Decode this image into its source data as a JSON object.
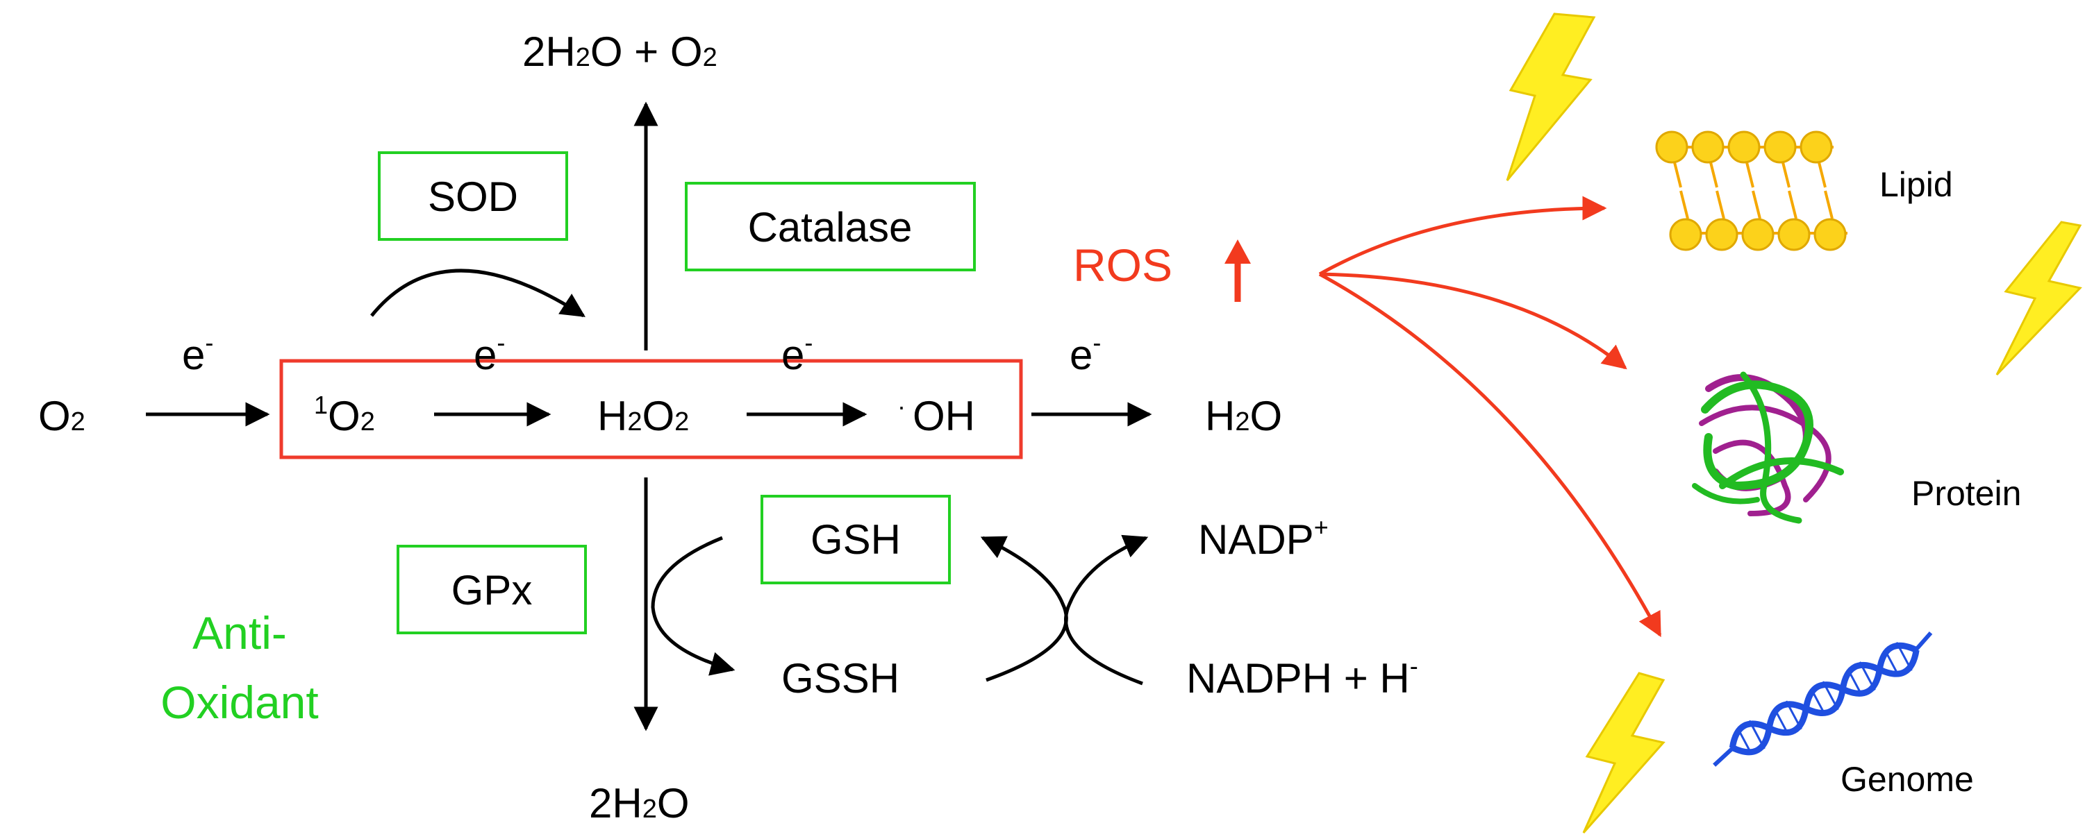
{
  "nodes": {
    "o2": {
      "main": "O",
      "sub": "2"
    },
    "singlet": {
      "sup": "1",
      "main": "O",
      "sub": "2"
    },
    "h2o2": {
      "a": "H",
      "b": "2",
      "c": "O",
      "d": "2"
    },
    "oh": {
      "dot": "·",
      "main": "OH"
    },
    "h2o": {
      "a": "H",
      "b": "2",
      "c": "O"
    },
    "top_product": {
      "a": "2H",
      "b": "2",
      "c": "O + O",
      "d": "2"
    },
    "bottom_product": {
      "a": "2H",
      "b": "2",
      "c": "O"
    },
    "gssh": "GSSH",
    "nadp": {
      "main": "NADP",
      "sup": "+"
    },
    "nadph": {
      "main": "NADPH + H",
      "sup": "-"
    }
  },
  "electrons": [
    {
      "main": "e",
      "sup": "-"
    },
    {
      "main": "e",
      "sup": "-"
    },
    {
      "main": "e",
      "sup": "-"
    },
    {
      "main": "e",
      "sup": "-"
    }
  ],
  "enzymes": {
    "sod": "SOD",
    "catalase": "Catalase",
    "gpx": "GPx",
    "gsh": "GSH"
  },
  "antioxidant": {
    "line1": "Anti-",
    "line2": "Oxidant"
  },
  "ros": {
    "label": "ROS",
    "arrow": "up"
  },
  "targets": {
    "lipid": "Lipid",
    "protein": "Protein",
    "genome": "Genome"
  },
  "colors": {
    "green": "#22d022",
    "red": "#f23a1e",
    "lightning": "#ffee22",
    "lipid": "#f5c518",
    "dna": "#1f4fe0",
    "protein_green": "#22bb22",
    "protein_purple": "#a0208f"
  },
  "icons": [
    "lightning-icon",
    "lipid-bilayer-icon",
    "protein-ribbon-icon",
    "dna-helix-icon"
  ]
}
